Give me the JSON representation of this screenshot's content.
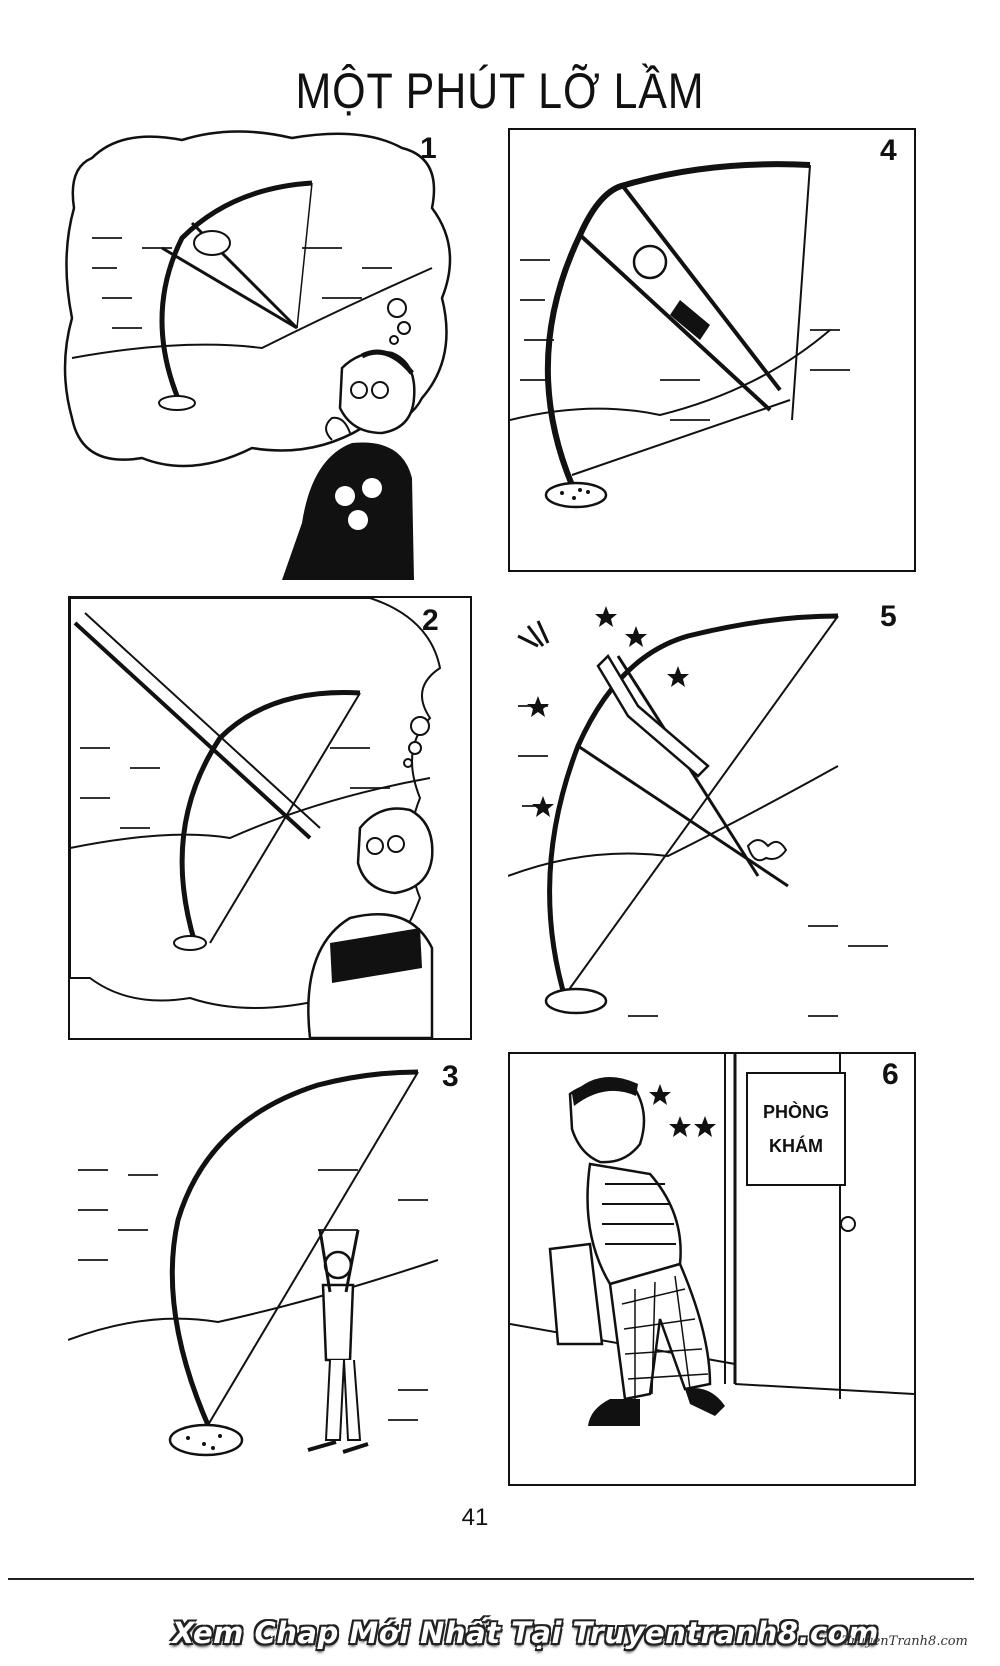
{
  "title": "MỘT PHÚT LỠ LẦM",
  "panels": [
    {
      "number": "1"
    },
    {
      "number": "2"
    },
    {
      "number": "3"
    },
    {
      "number": "4"
    },
    {
      "number": "5"
    },
    {
      "number": "6",
      "sign_line1": "PHÒNG",
      "sign_line2": "KHÁM"
    }
  ],
  "page_number": "41",
  "footer": {
    "text": "Xem Chap Mới Nhất Tại Truyentranh8.com",
    "watermark": "TruyenTranh8.com"
  }
}
